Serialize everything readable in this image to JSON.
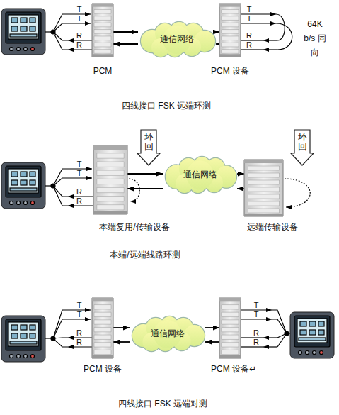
{
  "diagram": {
    "nodes": [
      {
        "text": [
          "PCM"
        ]
      },
      {
        "text": [
          "通信网络"
        ]
      },
      {
        "text": [
          "PCM 设备"
        ]
      },
      {
        "text": [
          "环回"
        ]
      },
      {
        "text": [
          "环回"
        ]
      },
      {
        "text": [
          "本端复用/传输设备"
        ]
      },
      {
        "text": [
          "通信网络"
        ]
      },
      {
        "text": [
          "远端传输设备"
        ]
      },
      {
        "text": [
          "PCM 设备"
        ]
      },
      {
        "text": [
          "通信网络"
        ]
      },
      {
        "text": [
          "PCM 设备↵"
        ]
      }
    ],
    "edges": [
      {
        "from": 0,
        "to": 1,
        "arrow": "to"
      },
      {
        "from": 1,
        "to": 0,
        "arrow": "to"
      },
      {
        "from": 1,
        "to": 2,
        "arrow": "to"
      },
      {
        "from": 2,
        "to": 1,
        "arrow": "to"
      },
      {
        "from": 5,
        "to": 6,
        "arrow": "to"
      },
      {
        "from": 6,
        "to": 5,
        "arrow": "to"
      },
      {
        "from": 6,
        "to": 7,
        "arrow": "to"
      },
      {
        "from": 7,
        "to": 6,
        "arrow": "to"
      },
      {
        "from": 8,
        "to": 9,
        "arrow": "to"
      },
      {
        "from": 9,
        "to": 8,
        "arrow": "to"
      },
      {
        "from": 9,
        "to": 10,
        "arrow": "to"
      },
      {
        "from": 10,
        "to": 9,
        "arrow": "to"
      }
    ],
    "labels": [
      "T",
      "T",
      "R",
      "R",
      "T",
      "T",
      "R",
      "R",
      "64K b/s 同向",
      "四线接口 FSK 远端环测",
      "T",
      "T",
      "R",
      "R",
      "本端/远端线路环测",
      "T",
      "T",
      "R",
      "R",
      "T",
      "T",
      "R",
      "R",
      "四线接口 FSK 远端对测"
    ]
  }
}
